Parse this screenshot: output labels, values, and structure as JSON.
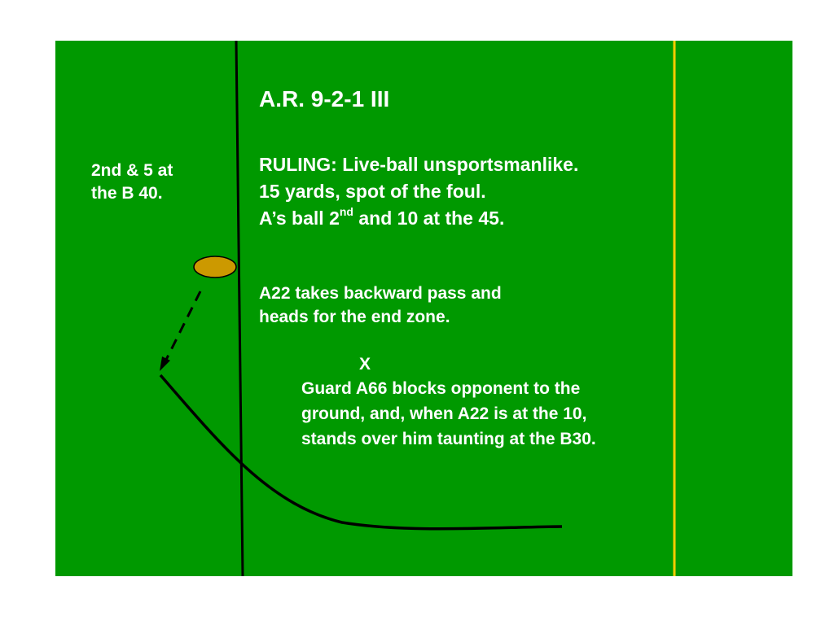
{
  "title": "A.R. 9-2-1 III",
  "situation": {
    "down_distance_line1": "2nd & 5 at",
    "down_distance_line2": "the B 40."
  },
  "ruling": {
    "line1": "RULING: Live-ball unsportsmanlike.",
    "line2": "15 yards, spot of the foul.",
    "line3_prefix": "A’s ball 2",
    "line3_sup": "nd",
    "line3_suffix": " and 10 at the 45."
  },
  "play": {
    "line1": "A22 takes backward pass and",
    "line2": "heads for the end zone."
  },
  "foul_marker": "X",
  "foul": {
    "line1": "Guard A66 blocks opponent to the",
    "line2": "ground, and, when A22 is at the 10,",
    "line3": "stands over him taunting at the B30."
  },
  "colors": {
    "field": "#009900",
    "background": "#ffffff",
    "text": "#ffffff",
    "line_of_scrimmage": "#000000",
    "goal_line": "#ffcc00",
    "ball": "#cc9900",
    "runner_path": "#000000"
  }
}
